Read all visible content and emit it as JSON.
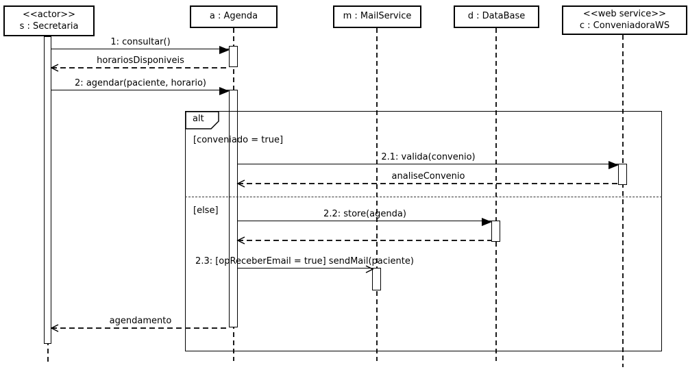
{
  "diagram": {
    "type": "uml-sequence-diagram",
    "colors": {
      "line": "#000000",
      "background": "#ffffff",
      "fill": "#ffffff"
    },
    "lifelines": [
      {
        "stereotype": "<<actor>>",
        "name": "s : Secretaria"
      },
      {
        "stereotype": "",
        "name": "a : Agenda"
      },
      {
        "stereotype": "",
        "name": "m : MailService"
      },
      {
        "stereotype": "",
        "name": "d : DataBase"
      },
      {
        "stereotype": "<<web service>>",
        "name": "c : ConveniadoraWS"
      }
    ],
    "fragment": {
      "operator": "alt",
      "guard_true": "[conveniado = true]",
      "guard_else": "[else]"
    },
    "messages": {
      "m1": "1: consultar()",
      "m2": "horariosDisponiveis",
      "m3": "2: agendar(paciente, horario)",
      "m4": "2.1: valida(convenio)",
      "m5": "analiseConvenio",
      "m6": "2.2: store(agenda)",
      "m7": "",
      "m8": "2.3: [opReceberEmail = true] sendMail(paciente)",
      "m9": "agendamento"
    }
  }
}
